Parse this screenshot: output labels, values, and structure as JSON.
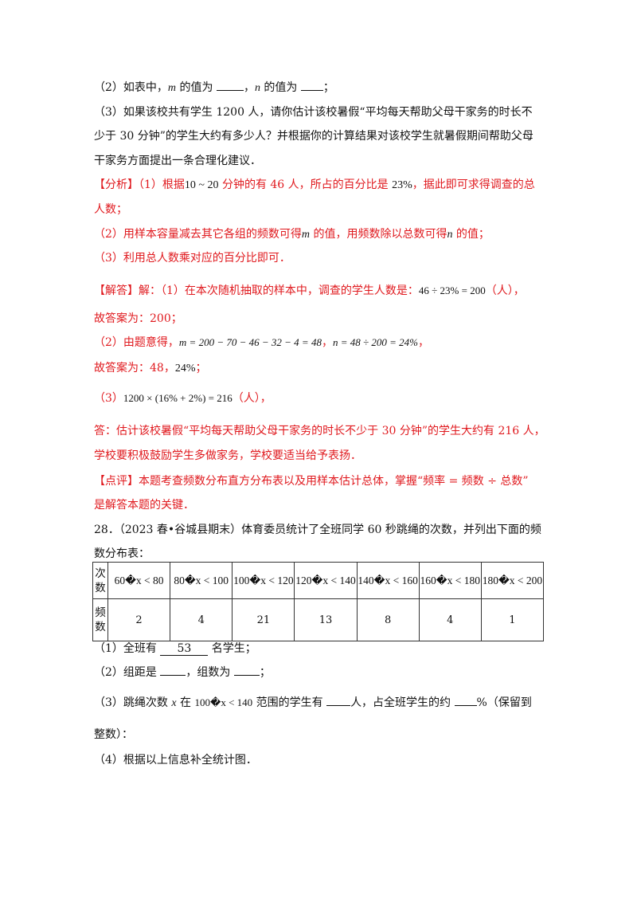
{
  "lines": {
    "q2": {
      "prefix": "（2）如表中，",
      "m": "m",
      "mid1": " 的值为 ",
      "mid2": "，",
      "n": "n",
      "mid3": " 的值为 ",
      "end": "；"
    },
    "q3_l1": "（3）如果该校共有学生 1200 人，请你估计该校暑假“平均每天帮助父母干家务的时长不",
    "q3_l2": "少于 30 分钟”的学生大约有多少人？并根据你的计算结果对该校学生就暑假期间帮助父母",
    "q3_l3": "干家务方面提出一条合理化建议．",
    "analysis_l1": {
      "label": "【分析】",
      "a": "（1）根据",
      "range": "10 ~ 20",
      "b": " 分钟的有 46 人，所占的百分比是 ",
      "pct": "23%",
      "c": "，据此即可求得调查的总"
    },
    "analysis_l2": "人数；",
    "analysis_l3": {
      "a": "（2）用样本容量减去其它各组的频数可得",
      "m": "m",
      "b": " 的值，用频数除以总数可得",
      "n": "n",
      "c": " 的值；"
    },
    "analysis_l4": "（3）利用总人数乘对应的百分比即可．",
    "solution_l1": {
      "label": "【解答】",
      "a": "解：（1）在本次随机抽取的样本中，调查的学生人数是：",
      "formula": "46 ÷ 23% = 200",
      "unit": "（人）",
      "end": "，"
    },
    "solution_l2": "故答案为：200；",
    "solution_l3": {
      "a": "（2）由题意得，",
      "f1": "m = 200 − 70 − 46 − 32 − 4 = 48",
      "sep": "，",
      "f2": "n = 48 ÷ 200 = 24%",
      "end": "，"
    },
    "solution_l4": {
      "a": "故答案为：48，",
      "pct": "24%",
      "end": "；"
    },
    "solution_l5": {
      "a": "（3）",
      "formula": "1200 × (16% + 2%) = 216",
      "unit": "（人）",
      "end": "，"
    },
    "answer_l1": "答：估计该校暑假“平均每天帮助父母干家务的时长不少于 30 分钟”的学生大约有 216 人，",
    "answer_l2": "学校要积极鼓励学生多做家务，学校要适当给予表扬．",
    "comment_l1": {
      "label": "【点评】",
      "text": "本题考查频数分布直方分布表以及用样本估计总体，掌握“频率 = 频数 ÷ 总数”"
    },
    "comment_l2": "是解答本题的关键．",
    "p28_l1": "28．（2023 春•谷城县期末）体育委员统计了全班同学 60 秒跳绳的次数，并列出下面的频",
    "p28_l2": "数分布表：",
    "s1": {
      "a": "（1）全班有 ",
      "value": "53",
      "b": " 名学生；"
    },
    "s2": {
      "a": "（2）组距是 ",
      "b": "，组数为 ",
      "c": "；"
    },
    "s3": {
      "a": "（3）跳绳次数 ",
      "x": "x",
      "b": " 在 ",
      "range": "100�x < 140",
      "c": " 范围的学生有 ",
      "d": "人，占全班学生的约 ",
      "e": "%（保留到"
    },
    "s3_l2": "整数）：",
    "s4": "（4）根据以上信息补全统计图．"
  },
  "table": {
    "row1_header": [
      "次",
      "数"
    ],
    "row2_header": [
      "频",
      "数"
    ],
    "ranges": [
      "60�x < 80",
      "80�x < 100",
      "100�x < 120",
      "120�x < 140",
      "140�x < 160",
      "160�x < 180",
      "180�x < 200"
    ],
    "frequencies": [
      "2",
      "4",
      "21",
      "13",
      "8",
      "4",
      "1"
    ]
  }
}
